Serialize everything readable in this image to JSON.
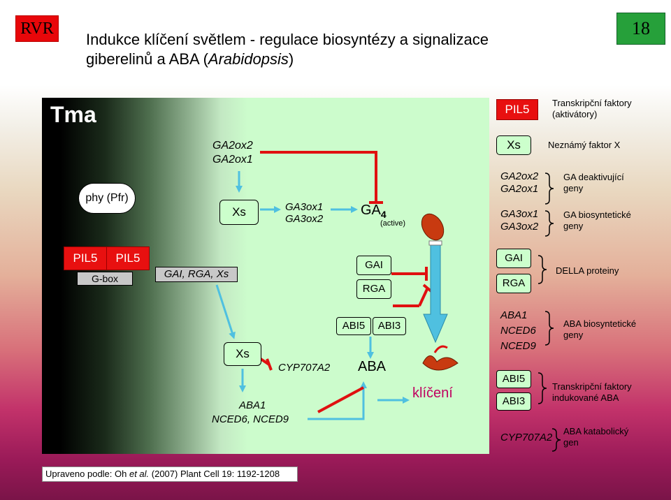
{
  "header": {
    "badge": "RVR",
    "page_number": "18",
    "title_line1": "Indukce klíčení světlem - regulace biosyntézy a signalizace",
    "title_line2_main": "giberelinů a ABA (",
    "title_line2_italic": "Arabidopsis",
    "title_line2_end": ")"
  },
  "diagram": {
    "condition": "Tma",
    "phy": "phy (Pfr)",
    "pil5_a": "PIL5",
    "pil5_b": "PIL5",
    "gbox": "G-box",
    "gai_rga_xs": "GAI, RGA, Xs",
    "ga2ox_1": "GA2ox2",
    "ga2ox_2": "GA2ox1",
    "xs_top": "Xs",
    "ga3ox_1": "GA3ox1",
    "ga3ox_2": "GA3ox2",
    "ga4": "GA",
    "ga4_sub": "4",
    "ga4_note": "(active)",
    "gai": "GAI",
    "rga": "RGA",
    "abi5": "ABI5",
    "abi3": "ABI3",
    "xs_bottom": "Xs",
    "cyp": "CYP707A2",
    "aba": "ABA",
    "aba1": "ABA1",
    "nced": "NCED6, NCED9",
    "germination": "klíčení"
  },
  "legend": {
    "pil5": "PIL5",
    "pil5_desc1": "Transkripční faktory",
    "pil5_desc2": "(aktivátory)",
    "xs": "Xs",
    "xs_desc": "Neznámý faktor X",
    "ga2ox2": "GA2ox2",
    "ga2ox1": "GA2ox1",
    "ga_deact1": "GA deaktivující",
    "ga_deact2": "geny",
    "ga3ox1": "GA3ox1",
    "ga3ox2": "GA3ox2",
    "ga_bio1": "GA biosyntetické",
    "ga_bio2": "geny",
    "gai": "GAI",
    "rga": "RGA",
    "della": "DELLA proteiny",
    "aba1": "ABA1",
    "nced6": "NCED6",
    "nced9": "NCED9",
    "aba_bio1": "ABA biosyntetické",
    "aba_bio2": "geny",
    "abi5": "ABI5",
    "abi3": "ABI3",
    "tf_aba1": "Transkripční faktory",
    "tf_aba2": "indukované ABA",
    "cyp": "CYP707A2",
    "aba_cat1": "ABA katabolický",
    "aba_cat2": "gen"
  },
  "footer": {
    "prefix": "Upraveno podle:  Oh ",
    "etal": "et al.",
    "suffix": "  (2007) Plant Cell 19: 1192-1208"
  },
  "colors": {
    "arrow_blue": "#4fc0e0",
    "inhibit_red": "#e01010",
    "seed": "#c83a10",
    "panel_green": "#ccffcc",
    "red_badge": "#e8070a",
    "green_badge": "#26a03a"
  }
}
